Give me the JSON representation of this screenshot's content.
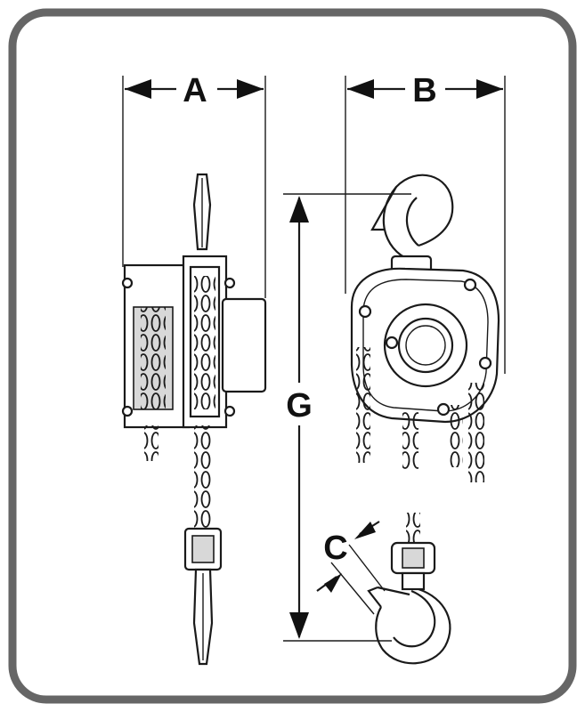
{
  "dimensions": {
    "a": "A",
    "b": "B",
    "g": "G",
    "c": "C"
  },
  "colors": {
    "frame": "#666666",
    "ink": "#1a1a1a",
    "background": "#ffffff"
  }
}
